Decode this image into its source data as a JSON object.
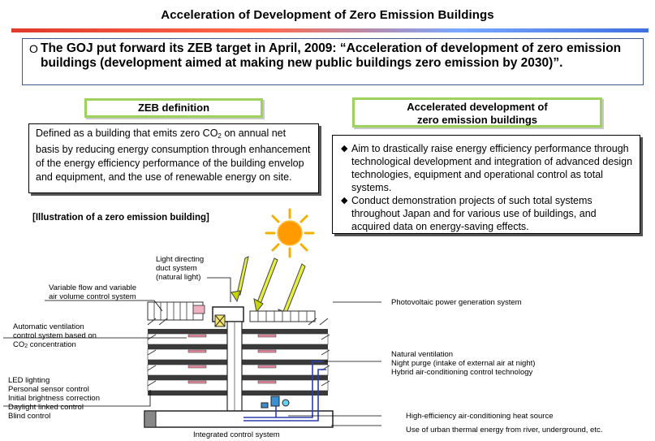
{
  "title": "Acceleration of Development of Zero Emission Buildings",
  "intro": {
    "bullet": "O",
    "text": "The GOJ put forward its ZEB target in April, 2009: “Acceleration of development of zero emission buildings (development aimed at making new public buildings zero emission by 2030)”."
  },
  "zeb_definition": {
    "heading": "ZEB definition",
    "text_before": "Defined as a building that emits zero CO",
    "subscript": "2",
    "text_after": " on annual net basis by reducing energy consumption through enhancement of the energy efficiency performance of the building envelop and equipment, and the use of renewable energy on site."
  },
  "accelerated": {
    "heading_line1": "Accelerated development of",
    "heading_line2": "zero emission buildings",
    "bullet_glyph": "◆",
    "items": [
      "Aim to drastically raise energy efficiency performance through technological development and integration of advanced design technologies, equipment and operational control as total systems.",
      "Conduct demonstration projects of such total systems throughout Japan and for various use of buildings, and acquired data on energy-saving effects."
    ]
  },
  "illustration": {
    "title": "[Illustration of a zero emission building]",
    "labels": {
      "light_duct_1": "Light directing",
      "light_duct_2": "duct system",
      "light_duct_3": "(natural light)",
      "vav_1": "Variable flow and variable",
      "vav_2": "air volume control system",
      "pv": "Photovoltaic power generation system",
      "auto_vent_1": "Automatic ventilation",
      "auto_vent_2": "control system based on",
      "auto_vent_3_before": "CO",
      "auto_vent_3_sub": "2",
      "auto_vent_3_after": " concentration",
      "nat_vent_1": "Natural ventilation",
      "nat_vent_2": "Night purge (intake of external air at night)",
      "nat_vent_3": "Hybrid air-conditioning control technology",
      "led_1": "LED lighting",
      "led_2": "Personal sensor control",
      "led_3": "Initial brightness correction",
      "led_4": "Daylight linked control",
      "led_5": "Blind control",
      "heat_source": "High-efficiency air-conditioning heat source",
      "urban": "Use of urban thermal energy from river, underground, etc.",
      "integrated": "Integrated control system"
    },
    "colors": {
      "sun": "#ff9a00",
      "sun_rays": "#f4b000",
      "arrows": "#c8d400",
      "floors": "#444444",
      "pipes": "#2a3db0"
    }
  }
}
